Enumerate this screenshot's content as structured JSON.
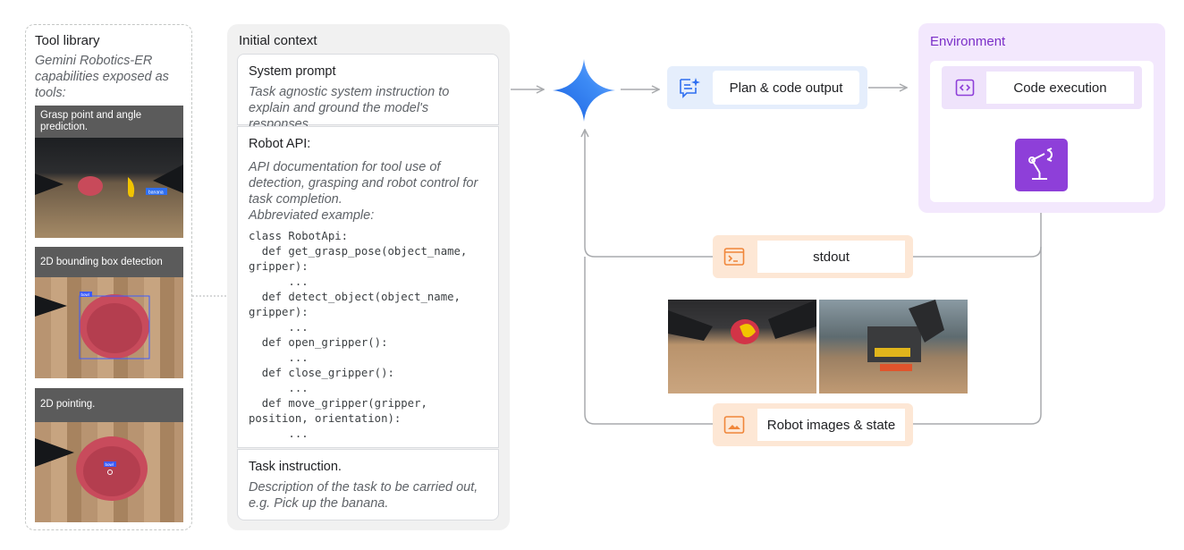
{
  "tool_library": {
    "title": "Tool library",
    "subtitle": "Gemini Robotics-ER capabilities exposed as tools:",
    "tools": [
      {
        "caption": "Grasp point and angle prediction.",
        "tag": "banana"
      },
      {
        "caption": "2D bounding box detection",
        "tag": "bowl"
      },
      {
        "caption": "2D pointing.",
        "tag": "bowl"
      }
    ]
  },
  "initial_context": {
    "title": "Initial context",
    "system_prompt": {
      "heading": "System prompt",
      "description": "Task agnostic system instruction to explain and ground the model's responses."
    },
    "robot_api": {
      "heading": "Robot API:",
      "description": "API documentation for tool use of detection, grasping and robot control for task completion.",
      "example_label": "Abbreviated example:",
      "code": "class RobotApi:\n  def get_grasp_pose(object_name,\ngripper):\n      ...\n  def detect_object(object_name,\ngripper):\n      ...\n  def open_gripper():\n      ...\n  def close_gripper():\n      ...\n  def move_gripper(gripper,\nposition, orientation):\n      ..."
    },
    "task_instruction": {
      "heading": "Task instruction.",
      "description": "Description of the task to be carried out, e.g. Pick up the banana."
    }
  },
  "model_icon": "gemini-star-icon",
  "plan_output": {
    "label": "Plan & code output",
    "icon": "sparkle-doc-icon"
  },
  "environment": {
    "title": "Environment",
    "code_execution": {
      "label": "Code execution",
      "icon": "code-brackets-icon"
    },
    "robot_icon": "robot-arm-icon"
  },
  "stdout": {
    "label": "stdout",
    "icon": "terminal-icon"
  },
  "robot_images": {
    "label": "Robot images & state",
    "icon": "image-icon"
  },
  "colors": {
    "plan_bg": "#e5eefc",
    "env_bg": "#f3e8fd",
    "env_accent": "#8e3fd9",
    "orange_bg": "#fde7d5",
    "orange_accent": "#f59a4f",
    "arrow": "#a8aaad"
  }
}
